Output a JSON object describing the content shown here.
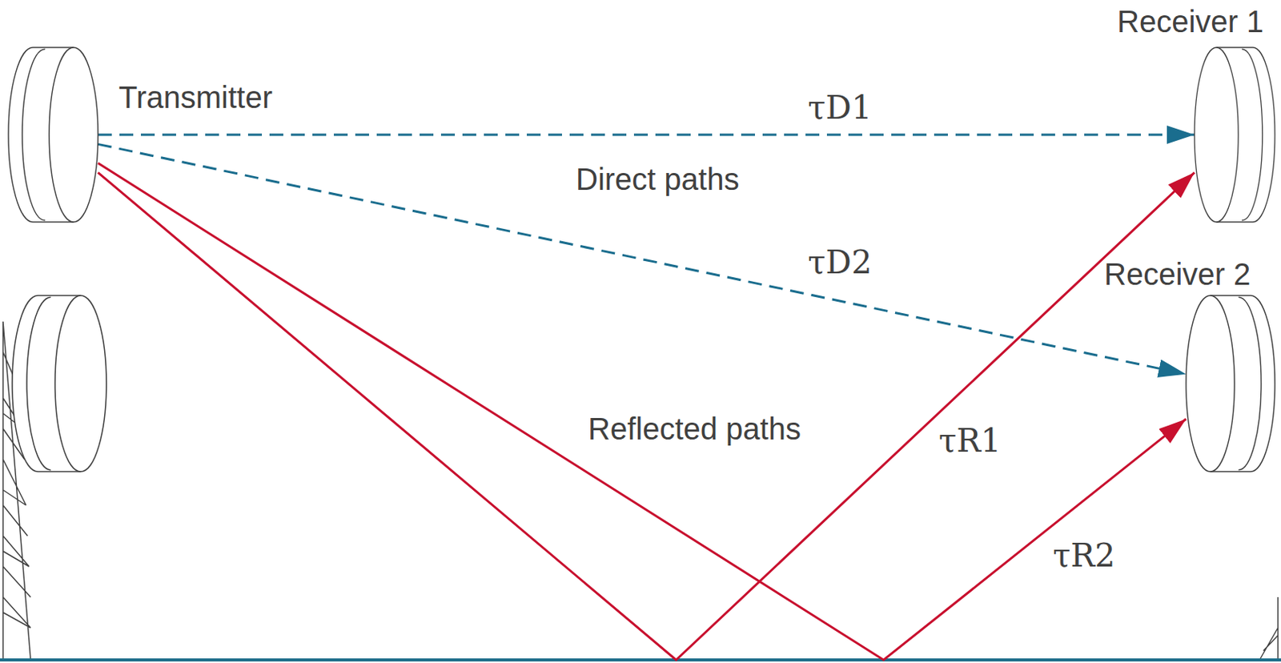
{
  "diagram": {
    "nodes": [
      {
        "text": [
          "Transmitter"
        ]
      },
      {
        "text": [
          "Receiver 1"
        ]
      },
      {
        "text": [
          "Receiver 2"
        ]
      }
    ],
    "edges": [
      {
        "from": 0,
        "to": 1,
        "arrow": "to",
        "label": "τD1"
      },
      {
        "from": 0,
        "to": 2,
        "arrow": "to",
        "label": "τD2"
      },
      {
        "from": 0,
        "to": 1,
        "arrow": "to",
        "label": "τR1"
      },
      {
        "from": 0,
        "to": 2,
        "arrow": "to",
        "label": "τR2"
      }
    ],
    "labels": [
      "Direct paths",
      "Reflected paths"
    ]
  }
}
